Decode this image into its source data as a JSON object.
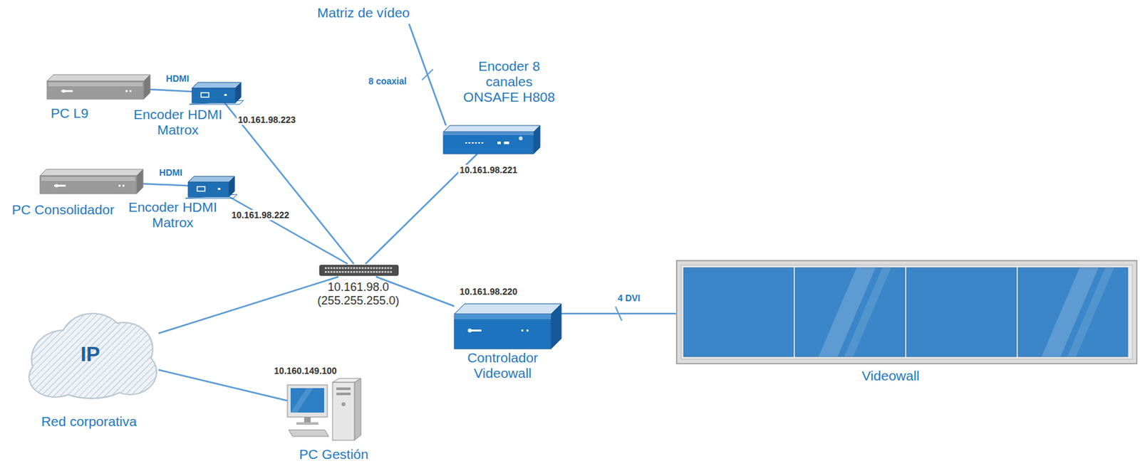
{
  "diagram": {
    "nodes": [
      {
        "text": [
          "Matriz de vídeo"
        ]
      },
      {
        "text": [
          "PC L9"
        ]
      },
      {
        "text": [
          "Encoder HDMI Matrox",
          "10.161.98.223"
        ]
      },
      {
        "text": [
          "PC Consolidador"
        ]
      },
      {
        "text": [
          "Encoder HDMI Matrox",
          "10.161.98.222"
        ]
      },
      {
        "text": [
          "Encoder 8 canales ONSAFE H808",
          "10.161.98.221"
        ]
      },
      {
        "text": [
          "10.161.98.0 (255.255.255.0)"
        ]
      },
      {
        "text": [
          "10.161.98.220",
          "Controlador Videowall"
        ]
      },
      {
        "text": [
          "Videowall"
        ]
      },
      {
        "text": [
          "IP",
          "Red corporativa"
        ]
      },
      {
        "text": [
          "10.160.149.100",
          "PC Gestión"
        ]
      }
    ],
    "edges": [
      {
        "from": 0,
        "to": 5,
        "arrow": "none",
        "label": "8 coaxial"
      },
      {
        "from": 1,
        "to": 2,
        "arrow": "none",
        "label": "HDMI"
      },
      {
        "from": 3,
        "to": 4,
        "arrow": "none",
        "label": "HDMI"
      },
      {
        "from": 2,
        "to": 6,
        "arrow": "none"
      },
      {
        "from": 4,
        "to": 6,
        "arrow": "none"
      },
      {
        "from": 5,
        "to": 6,
        "arrow": "none"
      },
      {
        "from": 9,
        "to": 6,
        "arrow": "none"
      },
      {
        "from": 6,
        "to": 7,
        "arrow": "none"
      },
      {
        "from": 7,
        "to": 8,
        "arrow": "none",
        "label": "4 DVI"
      },
      {
        "from": 9,
        "to": 10,
        "arrow": "none"
      }
    ]
  }
}
